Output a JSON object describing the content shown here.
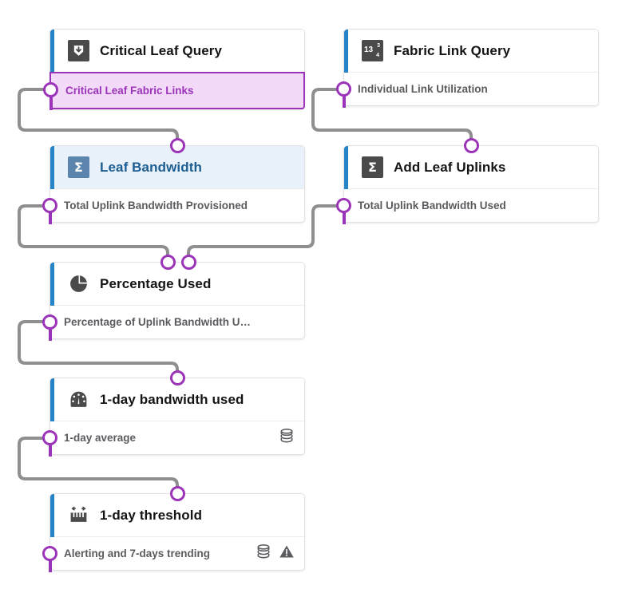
{
  "diagram": {
    "type": "node-graph",
    "accent_color": "#2683c6",
    "port_color": "#9b34b8",
    "wire_color": "#8f8f8f",
    "selected_bg": "#e9f2fa",
    "selected_text": "#1c5d92",
    "highlight_bg": "#f2daf8",
    "highlight_border": "#9b34b8"
  },
  "nodes": [
    {
      "id": "critical-leaf-query",
      "title": "Critical Leaf Query",
      "subtitle": "Critical Leaf Fabric Links",
      "icon": "filter-download-icon",
      "icon_style": "dark-square",
      "selected": false,
      "subtitle_highlighted": true,
      "ports": {
        "left": true,
        "top": false
      },
      "sub_icons": []
    },
    {
      "id": "fabric-link-query",
      "title": "Fabric Link Query",
      "subtitle": "Individual Link Utilization",
      "icon": "number-fraction-icon",
      "icon_style": "dark-square",
      "icon_text": {
        "main": "13",
        "sup": "3",
        "sub": "4"
      },
      "selected": false,
      "subtitle_highlighted": false,
      "ports": {
        "left": true,
        "top": false
      },
      "sub_icons": []
    },
    {
      "id": "leaf-bandwidth",
      "title": "Leaf Bandwidth",
      "subtitle": "Total Uplink Bandwidth Provisioned",
      "icon": "sigma-sum-icon",
      "icon_style": "blue-square",
      "icon_text": {
        "main": "Σ"
      },
      "selected": true,
      "subtitle_highlighted": false,
      "ports": {
        "left": true,
        "top": true
      },
      "sub_icons": []
    },
    {
      "id": "add-leaf-uplinks",
      "title": "Add Leaf Uplinks",
      "subtitle": "Total Uplink Bandwidth Used",
      "icon": "sigma-sum-icon",
      "icon_style": "dark-square",
      "icon_text": {
        "main": "Σ"
      },
      "selected": false,
      "subtitle_highlighted": false,
      "ports": {
        "left": true,
        "top": true
      },
      "sub_icons": []
    },
    {
      "id": "percentage-used",
      "title": "Percentage Used",
      "subtitle": "Percentage of Uplink Bandwidth U…",
      "icon": "pie-chart-icon",
      "icon_style": "plain",
      "selected": false,
      "subtitle_highlighted": false,
      "ports": {
        "left": true,
        "top": true,
        "top2": true
      },
      "sub_icons": []
    },
    {
      "id": "one-day-bandwidth-used",
      "title": "1-day bandwidth used",
      "subtitle": "1-day average",
      "icon": "gauge-icon",
      "icon_style": "plain",
      "selected": false,
      "subtitle_highlighted": false,
      "ports": {
        "left": true,
        "top": true
      },
      "sub_icons": [
        "database-icon"
      ]
    },
    {
      "id": "one-day-threshold",
      "title": "1-day threshold",
      "subtitle": "Alerting and 7-days trending",
      "icon": "threshold-ruler-icon",
      "icon_style": "plain",
      "selected": false,
      "subtitle_highlighted": false,
      "ports": {
        "left": true,
        "top": true
      },
      "sub_icons": [
        "database-icon",
        "warning-icon"
      ]
    }
  ]
}
